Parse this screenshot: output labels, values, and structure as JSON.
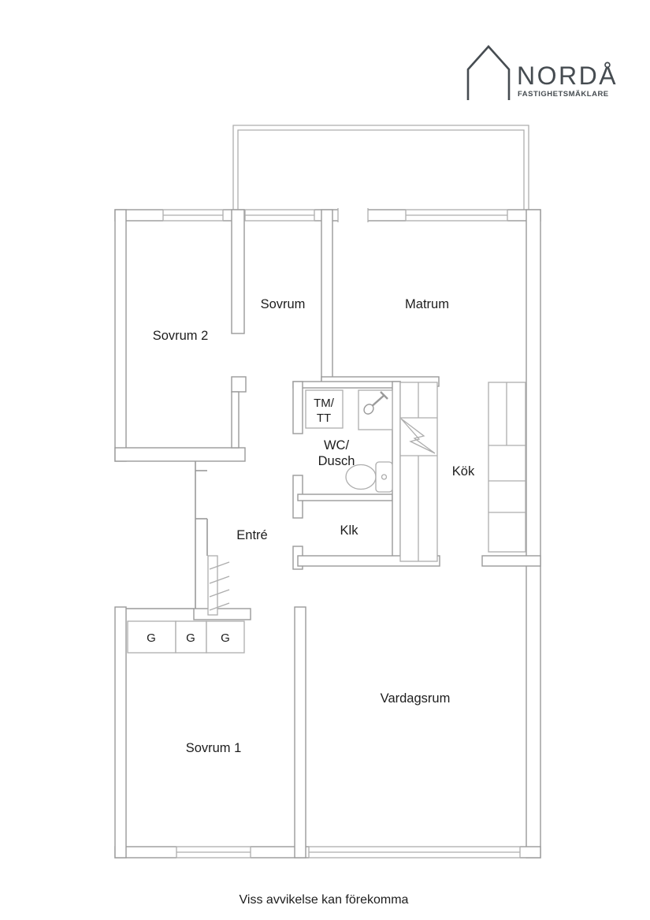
{
  "logo": {
    "name": "NORDÅ",
    "tagline": "FASTIGHETSMÄKLARE"
  },
  "rooms": {
    "sovrum2": "Sovrum 2",
    "sovrum": "Sovrum",
    "matrum": "Matrum",
    "kok": "Kök",
    "wc_line1": "WC/",
    "wc_line2": "Dusch",
    "klk": "Klk",
    "entre": "Entré",
    "vardagsrum": "Vardagsrum",
    "sovrum1": "Sovrum 1"
  },
  "fixtures": {
    "tm_line1": "TM/",
    "tm_line2": "TT",
    "wardrobes": [
      "G",
      "G",
      "G"
    ]
  },
  "footer": {
    "disclaimer": "Viss avvikelse kan förekomma"
  },
  "colors": {
    "wall": "#9a9a9a",
    "thin_line": "#adadad",
    "text": "#1d1d1d",
    "logo": "#464c51",
    "background": "#ffffff"
  }
}
